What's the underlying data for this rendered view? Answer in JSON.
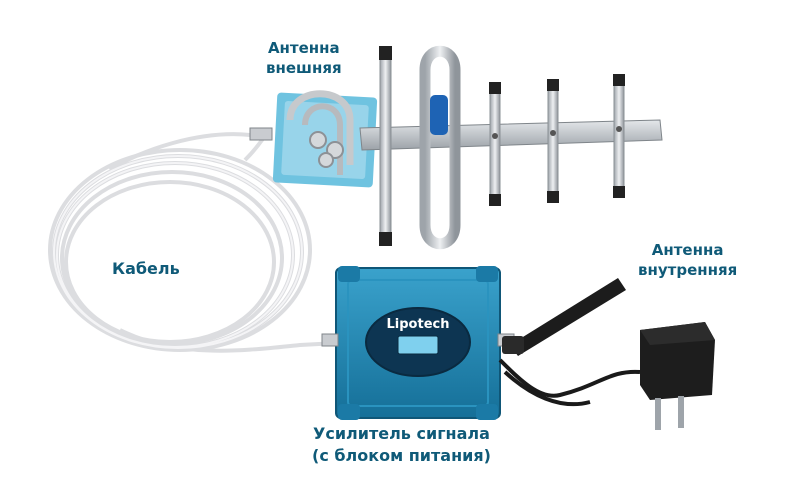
{
  "labels": {
    "external_antenna": [
      "Антенна",
      "внешняя"
    ],
    "cable": "Кабель",
    "internal_antenna": [
      "Антенна",
      "внутренняя"
    ],
    "amplifier": [
      "Усилитель сигнала",
      "(с блоком питания)"
    ]
  },
  "device": {
    "brand": "Lipotech"
  },
  "colors": {
    "label_text": "#0f5a78",
    "amplifier_body": "#1f86b3",
    "cable": "#e8e8ea",
    "antenna_metal": "#bfc3c7"
  }
}
